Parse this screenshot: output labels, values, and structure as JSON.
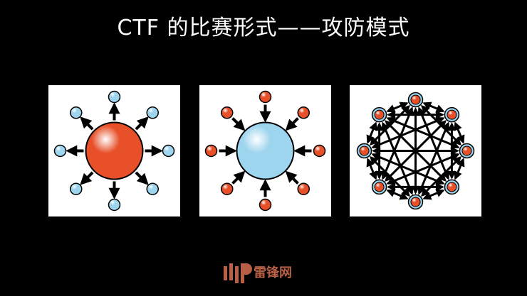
{
  "slide": {
    "title": "CTF 的比赛形式——攻防模式"
  },
  "diagrams": [
    {
      "name": "center-outward",
      "center_color": "#e8502a",
      "satellite_color": "#9dd4ee",
      "direction": "outward"
    },
    {
      "name": "center-inward",
      "center_color": "#9dd4ee",
      "satellite_color": "#e8502a",
      "direction": "inward"
    },
    {
      "name": "mesh",
      "node_color": "#e8502a",
      "ring_color": "#9dd4ee"
    }
  ],
  "watermark": {
    "text": "雷锋网",
    "color": "#b85f46"
  }
}
